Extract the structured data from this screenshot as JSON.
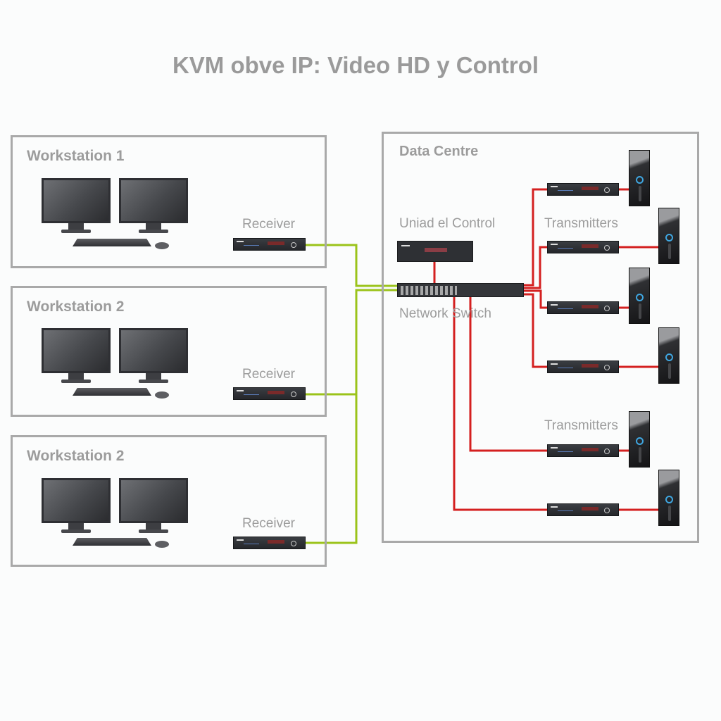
{
  "title": "KVM obve IP: Video HD y Control",
  "workstations": [
    {
      "label": "Workstation 1",
      "receiver_label": "Receiver"
    },
    {
      "label": "Workstation 2",
      "receiver_label": "Receiver"
    },
    {
      "label": "Workstation 2",
      "receiver_label": "Receiver"
    }
  ],
  "data_centre": {
    "label": "Data Centre",
    "control_unit_label": "Uniad el Control",
    "switch_label": "Network Switch",
    "transmitters_label_top": "Transmitters",
    "transmitters_label_bottom": "Transmitters",
    "transmitter_count": 6
  },
  "colors": {
    "workstation_link": "#9bc31a",
    "datacentre_link": "#d42020",
    "frame": "#a9a9a9"
  }
}
